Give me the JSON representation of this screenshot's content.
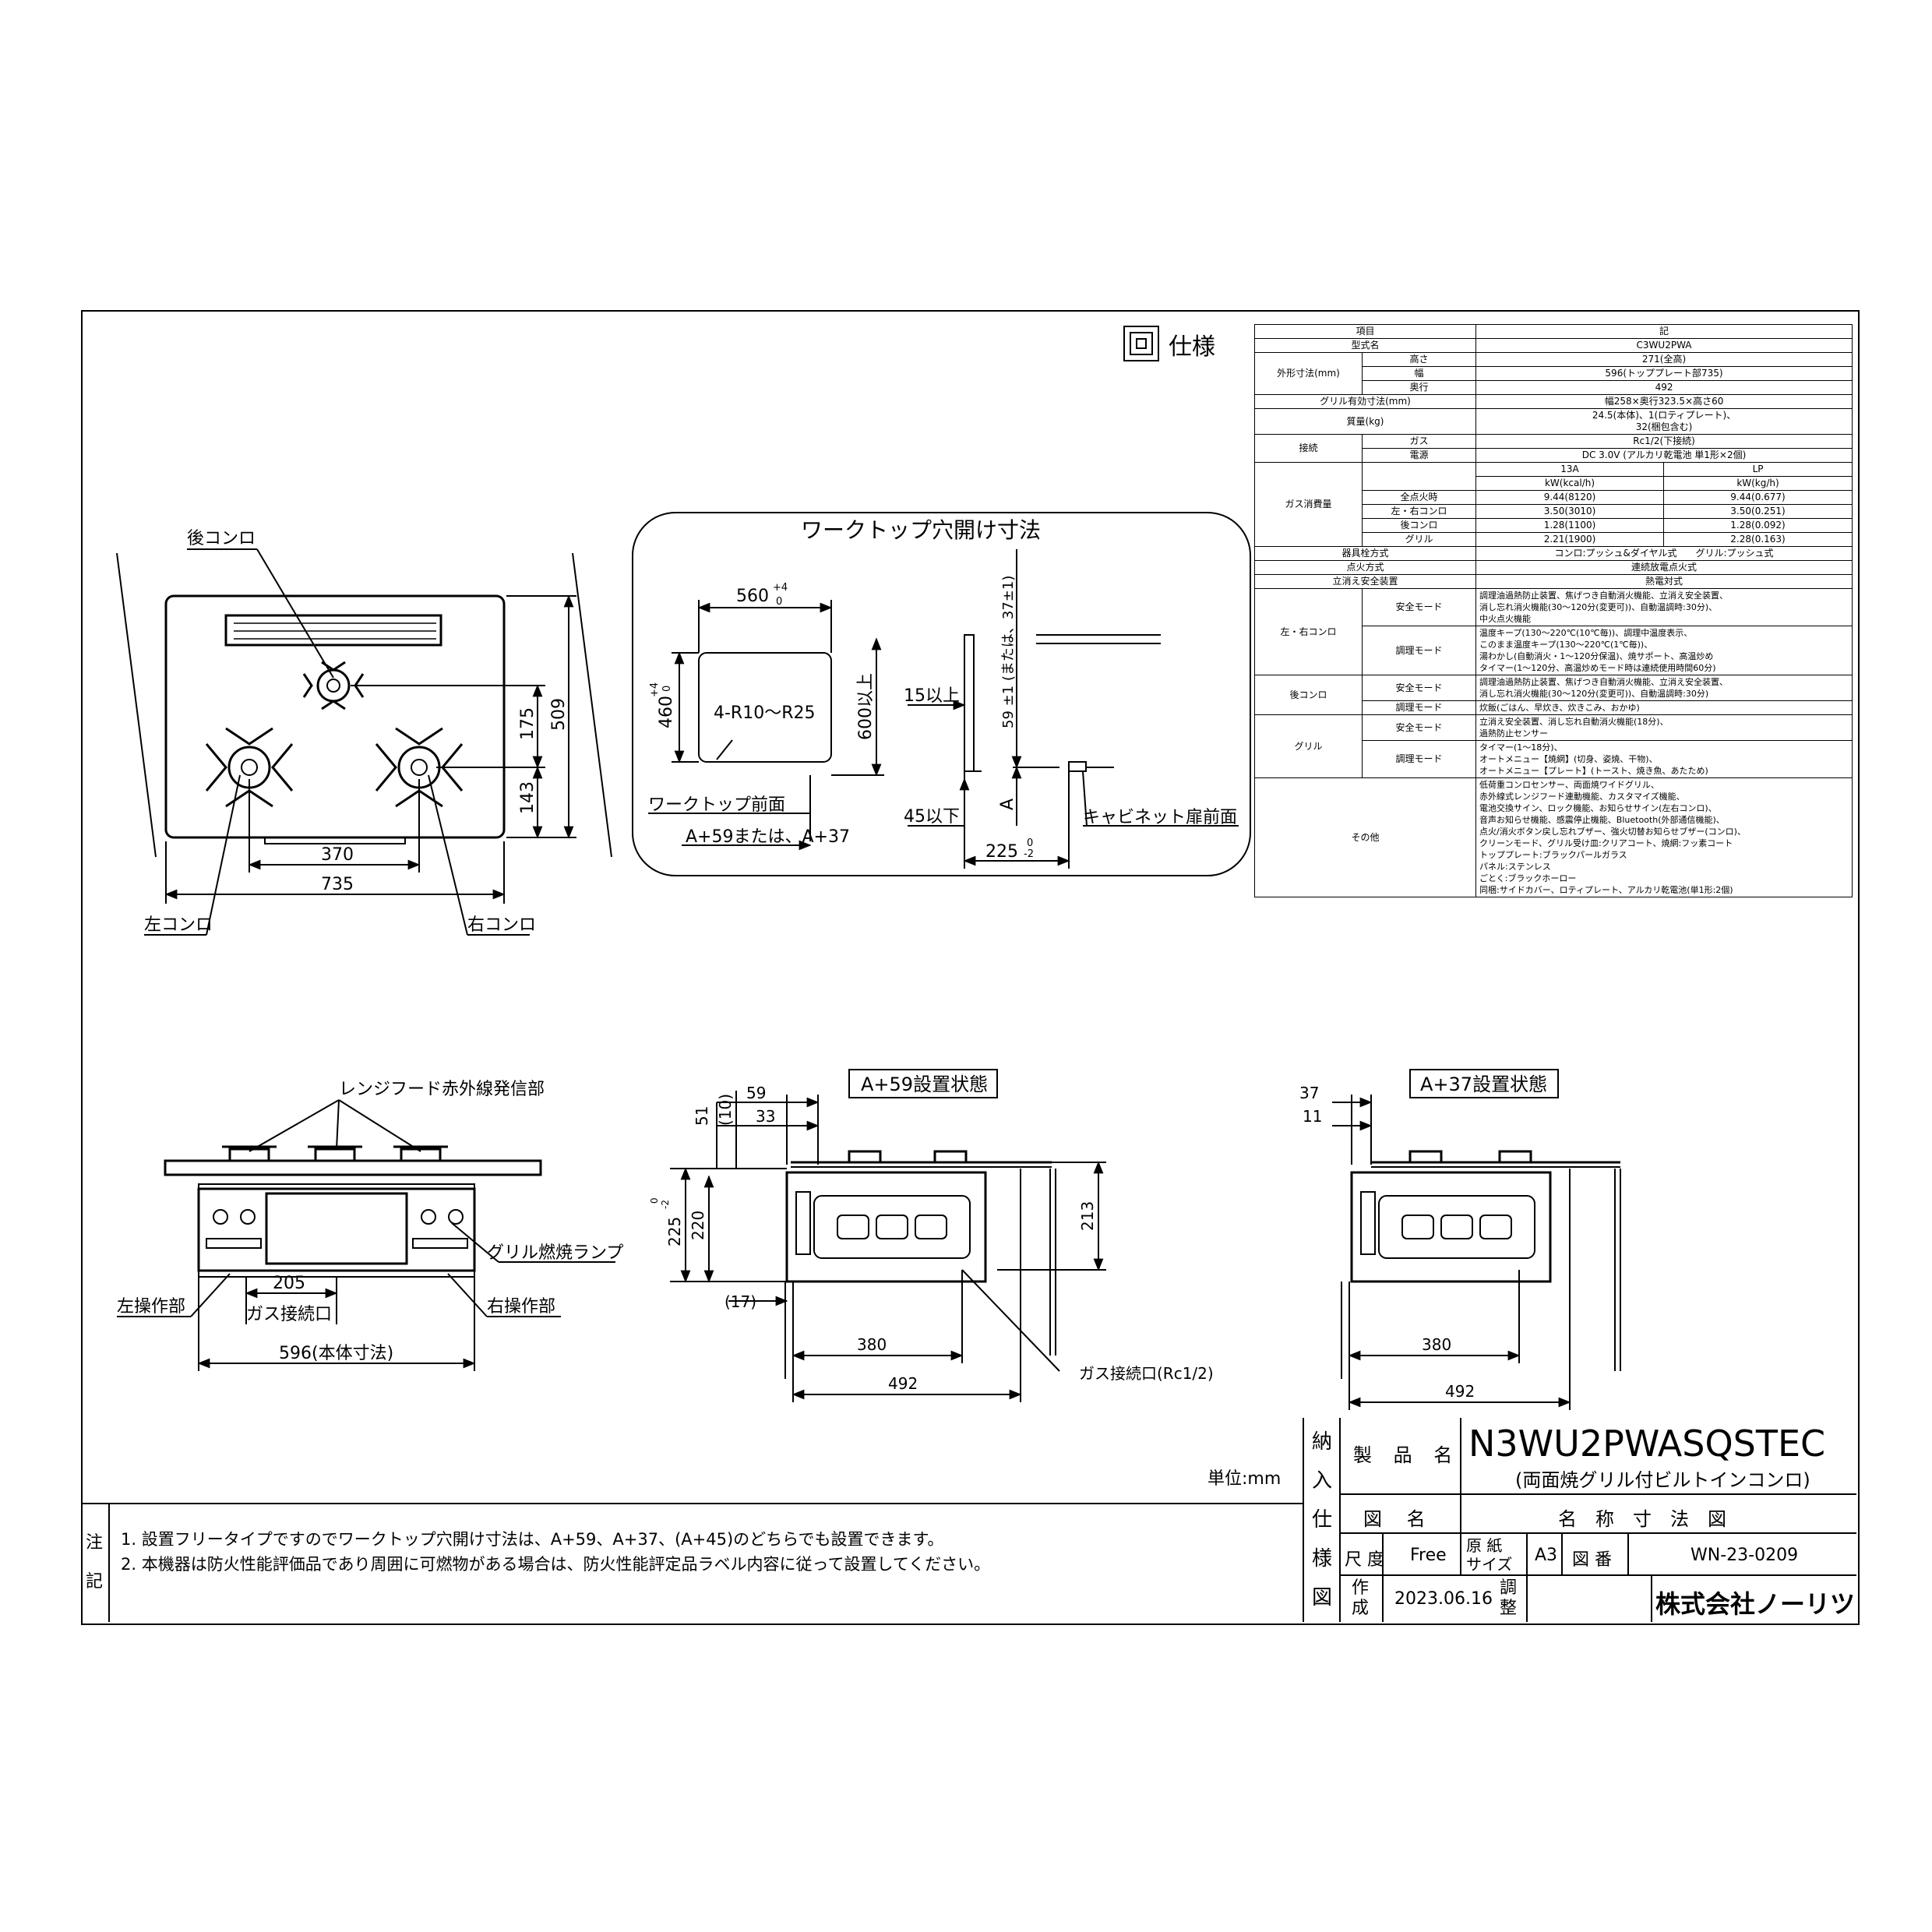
{
  "spec_heading": "仕様",
  "spec": {
    "header": {
      "item": "項目",
      "value": "記"
    },
    "model_label": "型式名",
    "model_value": "C3WU2PWA",
    "outer_label": "外形寸法(mm)",
    "height_label": "高さ",
    "height_value": "271(全高)",
    "width_label": "幅",
    "width_value": "596(トッププレート部735)",
    "depth_label": "奥行",
    "depth_value": "492",
    "grill_label": "グリル有効寸法(mm)",
    "grill_value": "幅258×奥行323.5×高さ60",
    "mass_label": "質量(kg)",
    "mass_value_1": "24.5(本体)、1(ロティプレート)、",
    "mass_value_2": "32(梱包含む)",
    "conn_label": "接続",
    "gas_label": "ガス",
    "gas_value": "Rc1/2(下接続)",
    "power_label": "電源",
    "power_value": "DC 3.0V (アルカリ乾電池 単1形×2個)",
    "consumption_label": "ガス消費量",
    "col_13a": "13A",
    "col_lp": "LP",
    "unit_13a": "kW(kcal/h)",
    "unit_lp": "kW(kg/h)",
    "rows": [
      {
        "name": "全点火時",
        "a": "9.44(8120)",
        "lp": "9.44(0.677)"
      },
      {
        "name": "左・右コンロ",
        "a": "3.50(3010)",
        "lp": "3.50(0.251)"
      },
      {
        "name": "後コンロ",
        "a": "1.28(1100)",
        "lp": "1.28(0.092)"
      },
      {
        "name": "グリル",
        "a": "2.21(1900)",
        "lp": "2.28(0.163)"
      }
    ],
    "valve_label": "器具栓方式",
    "valve_value": "コンロ:プッシュ&ダイヤル式　　グリル:プッシュ式",
    "ignition_label": "点火方式",
    "ignition_value": "連続放電点火式",
    "flameout_label": "立消え安全装置",
    "flameout_value": "熱電対式",
    "lr_label": "左・右コンロ",
    "back_label": "後コンロ",
    "grill_sec_label": "グリル",
    "safety_mode": "安全モード",
    "cook_mode": "調理モード",
    "lr_safety": [
      "調理油過熱防止装置、焦げつき自動消火機能、立消え安全装置、",
      "消し忘れ消火機能(30〜120分(変更可))、自動温調時:30分)、",
      "中火点火機能"
    ],
    "lr_cook": [
      "温度キープ(130〜220℃(10℃毎))、調理中温度表示、",
      "このまま温度キープ(130〜220℃(1℃毎))、",
      "湯わかし(自動消火・1〜120分保温)、焼サポート、高温炒め",
      "タイマー(1〜120分、高温炒めモード時は連続使用時間60分)"
    ],
    "back_safety": [
      "調理油過熱防止装置、焦げつき自動消火機能、立消え安全装置、",
      "消し忘れ消火機能(30〜120分(変更可))、自動温調時:30分)"
    ],
    "back_cook": [
      "炊飯(ごはん、早炊き、炊きこみ、おかゆ)"
    ],
    "grill_safety": [
      "立消え安全装置、消し忘れ自動消火機能(18分)、",
      "過熱防止センサー"
    ],
    "grill_cook": [
      "タイマー(1〜18分)、",
      "オートメニュー【焼網】(切身、姿焼、干物)、",
      "オートメニュー【プレート】(トースト、焼き魚、あたため)"
    ],
    "other_label": "その他",
    "other": [
      "低荷重コンロセンサー、両面焼ワイドグリル、",
      "赤外線式レンジフード連動機能、カスタマイズ機能、",
      "電池交換サイン、ロック機能、お知らせサイン(左右コンロ)、",
      "音声お知らせ機能、感震停止機能、Bluetooth(外部通信機能)、",
      "点火/消火ボタン戻し忘れブザー、強火切替お知らせブザー(コンロ)、",
      "クリーンモード、グリル受け皿:クリアコート、焼網:フッ素コート",
      "トッププレート:ブラックパールガラス",
      "パネル:ステンレス",
      "ごとく:ブラックホーロー",
      "同梱:サイドカバー、ロティプレート、アルカリ乾電池(単1形:2個)"
    ]
  },
  "top_view": {
    "back_burner": "後コンロ",
    "left_burner": "左コンロ",
    "right_burner": "右コンロ",
    "dim_370": "370",
    "dim_735": "735",
    "dim_175": "175",
    "dim_509": "509",
    "dim_143": "143"
  },
  "worktop": {
    "title": "ワークトップ穴開け寸法",
    "dim_560": "560",
    "tol_560_up": "+4",
    "tol_560_lo": "0",
    "dim_460": "460",
    "tol_460_up": "+4",
    "tol_460_lo": "0",
    "radius": "4-R10〜R25",
    "dim_600": "600以上",
    "front": "ワークトップ前面",
    "a_label": "A+59または、A+37",
    "min15": "15以上",
    "min45": "45以下",
    "a": "A",
    "vertical": "59 ±1 (または、37±1)",
    "cabinet": "キャビネット扉前面",
    "dim_225": "225",
    "tol_225_up": "0",
    "tol_225_lo": "-2"
  },
  "front_view": {
    "ir": "レンジフード赤外線発信部",
    "lamp": "グリル燃焼ランプ",
    "left_op": "左操作部",
    "right_op": "右操作部",
    "dim_205": "205",
    "gas_conn": "ガス接続口",
    "dim_596": "596(本体寸法)"
  },
  "side59": {
    "title": "A+59設置状態",
    "d59": "59",
    "d33": "33",
    "d51": "51",
    "d10": "(10)",
    "d225": "225",
    "tol_up": "0",
    "tol_lo": "-2",
    "d220": "220",
    "d213": "213",
    "d17": "(17)",
    "d380": "380",
    "d492": "492",
    "gas": "ガス接続口(Rc1/2)"
  },
  "side37": {
    "title": "A+37設置状態",
    "d37": "37",
    "d11": "11",
    "d380": "380",
    "d492": "492"
  },
  "unit": "単位:mm",
  "notes": {
    "head_1": "注",
    "head_2": "記",
    "n1": "1. 設置フリータイプですのでワークトップ穴開け寸法は、A+59、A+37、(A+45)のどちらでも設置できます。",
    "n2": "2. 本機器は防火性能評価品であり周囲に可燃物がある場合は、防火性能評定品ラベル内容に従って設置してください。"
  },
  "title_block": {
    "side": [
      "納",
      "入",
      "仕",
      "様",
      "図"
    ],
    "product_label": "製 品 名",
    "product": "N3WU2PWASQSTEC",
    "product_sub": "(両面焼グリル付ビルトインコンロ)",
    "drawing_label": "図　 名",
    "drawing": "名　称　寸　法　図",
    "scale_label": "尺 度",
    "scale": "Free",
    "paper_label_1": "原 紙",
    "paper_label_2": "サイズ",
    "paper": "A3",
    "number_label": "図 番",
    "number": "WN-23-0209",
    "made_label_1": "作",
    "made_label_2": "成",
    "date": "2023.06.16",
    "adjust_label_1": "調",
    "adjust_label_2": "整",
    "company": "株式会社ノーリツ"
  }
}
